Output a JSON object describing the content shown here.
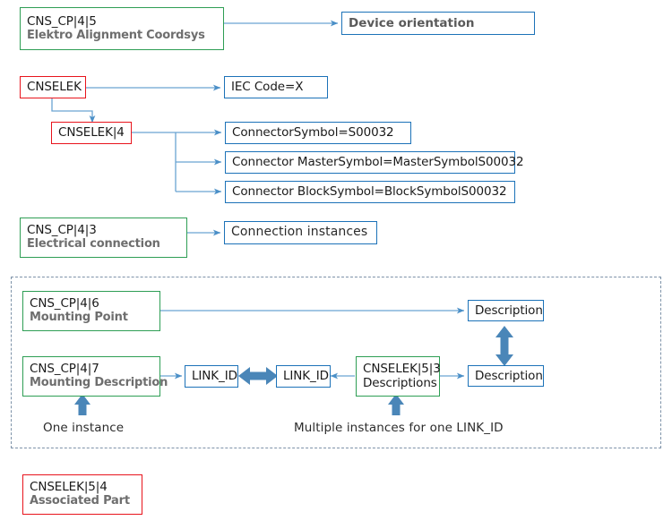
{
  "diagram": {
    "title": "CNS / CNSELEK entity relationship diagram",
    "colors": {
      "green_border": "#2e9e54",
      "blue_border": "#1c72b8",
      "red_border": "#e8141c",
      "connector_blue": "#4a8fc7",
      "thick_arrow_blue": "#4a86b8",
      "dash_border": "#7d92a8",
      "label_gray": "#6e6e6e",
      "text_black": "#1a1a1a"
    },
    "nodes": [
      {
        "id": "cns_cp_4_5",
        "code": "CNS_CP|4|5",
        "label": "Elektro Alignment Coordsys",
        "border": "green"
      },
      {
        "id": "device_orientation",
        "code": "Device orientation",
        "border": "blue"
      },
      {
        "id": "cnselek",
        "code": "CNSELEK",
        "border": "red"
      },
      {
        "id": "iec_code",
        "code": "IEC Code=X",
        "border": "blue"
      },
      {
        "id": "cnselek_4",
        "code": "CNSELEK|4",
        "border": "red"
      },
      {
        "id": "connector_symbol",
        "code": "ConnectorSymbol=S00032",
        "border": "blue"
      },
      {
        "id": "connector_master_symbol",
        "code": "Connector MasterSymbol=MasterSymbolS00032",
        "border": "blue"
      },
      {
        "id": "connector_block_symbol",
        "code": "Connector BlockSymbol=BlockSymbolS00032",
        "border": "blue"
      },
      {
        "id": "cns_cp_4_3",
        "code": "CNS_CP|4|3",
        "label": "Electrical connection",
        "border": "green"
      },
      {
        "id": "connection_instances",
        "code": "Connection instances",
        "border": "blue"
      },
      {
        "id": "cns_cp_4_6",
        "code": "CNS_CP|4|6",
        "label": "Mounting Point",
        "border": "green"
      },
      {
        "id": "description_top",
        "code": "Description",
        "border": "blue"
      },
      {
        "id": "cns_cp_4_7",
        "code": "CNS_CP|4|7",
        "label": "Mounting Description",
        "border": "green"
      },
      {
        "id": "link_id_left",
        "code": "LINK_ID",
        "border": "blue"
      },
      {
        "id": "link_id_right",
        "code": "LINK_ID",
        "border": "blue"
      },
      {
        "id": "cnselek_5_3",
        "code": "CNSELEK|5|3",
        "label": "Descriptions",
        "border": "green"
      },
      {
        "id": "description_bottom",
        "code": "Description",
        "border": "blue"
      },
      {
        "id": "cnselek_5_4",
        "code": "CNSELEK|5|4",
        "label": "Associated Part",
        "border": "red"
      }
    ],
    "captions": [
      {
        "id": "one_instance",
        "text": "One instance"
      },
      {
        "id": "multiple_instances",
        "text": "Multiple instances for one LINK_ID"
      }
    ]
  }
}
